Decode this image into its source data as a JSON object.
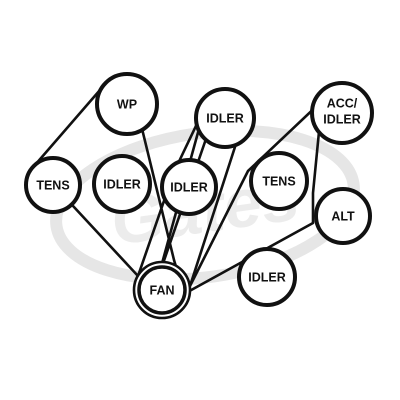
{
  "diagram": {
    "pulleys": {
      "wp": {
        "label": "WP"
      },
      "tens_left": {
        "label": "TENS"
      },
      "idler_left": {
        "label": "IDLER"
      },
      "idler_mid": {
        "label": "IDLER"
      },
      "idler_top": {
        "label": "IDLER"
      },
      "tens_right": {
        "label": "TENS"
      },
      "acc_idler": {
        "line1": "ACC/",
        "line2": "IDLER"
      },
      "alt": {
        "label": "ALT"
      },
      "idler_bottom": {
        "label": "IDLER"
      },
      "fan": {
        "label": "FAN"
      }
    }
  },
  "watermark": {
    "text": "Gates",
    "mark": "®"
  },
  "colors": {
    "ink": "#111111",
    "watermark": "#e8e8e8",
    "background": "#ffffff"
  }
}
